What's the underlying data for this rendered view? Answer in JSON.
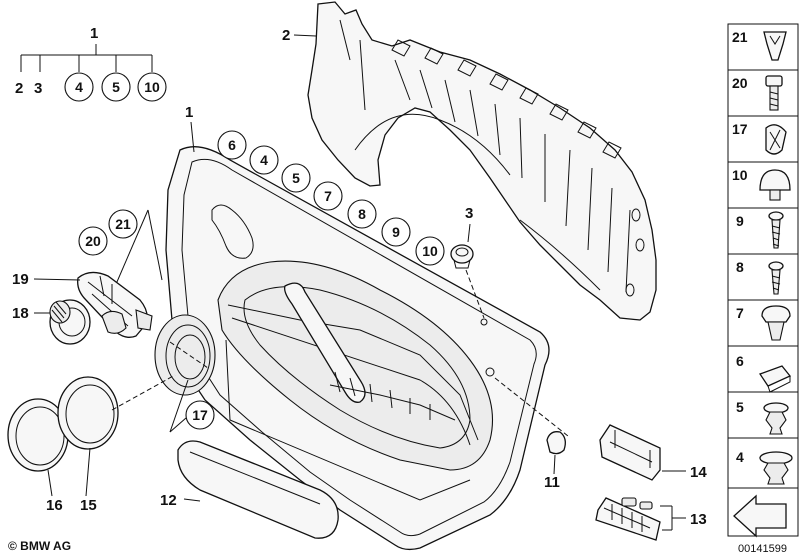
{
  "diagram": {
    "callouts": {
      "tree_parent": "1",
      "tree_a": "2",
      "tree_b": "3",
      "tree_c": "4",
      "tree_d": "5",
      "tree_e": "10",
      "trim_label": "1",
      "foam_label": "2",
      "clip_label": "3",
      "seq_6": "6",
      "seq_4": "4",
      "seq_5": "5",
      "seq_7": "7",
      "seq_8": "8",
      "seq_9": "9",
      "seq_10": "10",
      "handle_20": "20",
      "handle_21": "21",
      "part_19": "19",
      "part_18": "18",
      "part_17": "17",
      "part_16": "16",
      "part_15": "15",
      "part_12": "12",
      "part_11": "11",
      "part_14": "14",
      "part_13": "13"
    },
    "side_legend": [
      "21",
      "20",
      "17",
      "10",
      "9",
      "8",
      "7",
      "6",
      "5",
      "4"
    ],
    "brand": "© BMW AG",
    "reference": "00141599"
  }
}
